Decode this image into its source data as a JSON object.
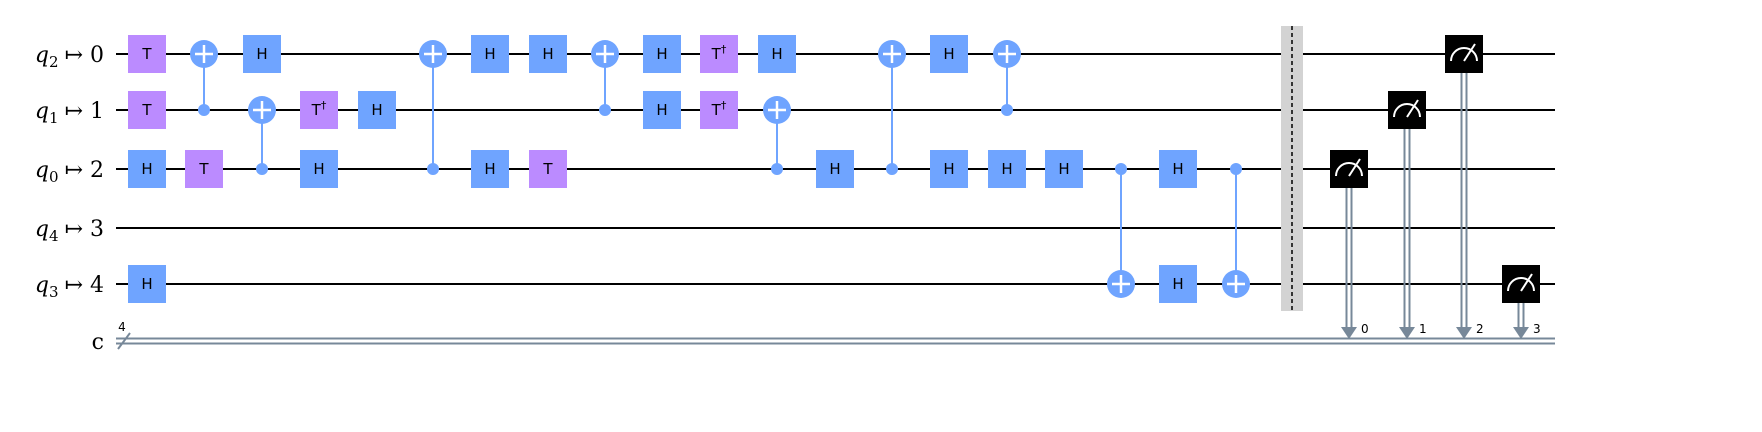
{
  "colors": {
    "wire": "#000000",
    "h_gate": "#6fa4ff",
    "t_gate": "#bb8bff",
    "control": "#6fa4ff",
    "measure_box": "#000000",
    "classical_wire": "#778899",
    "barrier": "#d3d3d3"
  },
  "qubit_labels": [
    {
      "name": "q",
      "sub": "2",
      "arrow": "↦",
      "index": "0"
    },
    {
      "name": "q",
      "sub": "1",
      "arrow": "↦",
      "index": "1"
    },
    {
      "name": "q",
      "sub": "0",
      "arrow": "↦",
      "index": "2"
    },
    {
      "name": "q",
      "sub": "4",
      "arrow": "↦",
      "index": "3"
    },
    {
      "name": "q",
      "sub": "3",
      "arrow": "↦",
      "index": "4"
    }
  ],
  "classical": {
    "name": "c",
    "bundle_size": "4"
  },
  "gates": [
    {
      "type": "T",
      "label": "T",
      "qubit": 0,
      "col": 0
    },
    {
      "type": "T",
      "label": "T",
      "qubit": 1,
      "col": 0
    },
    {
      "type": "H",
      "label": "H",
      "qubit": 2,
      "col": 0
    },
    {
      "type": "H",
      "label": "H",
      "qubit": 4,
      "col": 0
    },
    {
      "type": "CX",
      "control": 1,
      "target": 0,
      "col": 1
    },
    {
      "type": "T",
      "label": "T",
      "qubit": 2,
      "col": 1
    },
    {
      "type": "H",
      "label": "H",
      "qubit": 0,
      "col": 2
    },
    {
      "type": "CX",
      "control": 2,
      "target": 1,
      "col": 2
    },
    {
      "type": "TDG",
      "label": "T",
      "sup": "†",
      "qubit": 1,
      "col": 3
    },
    {
      "type": "H",
      "label": "H",
      "qubit": 2,
      "col": 3
    },
    {
      "type": "H",
      "label": "H",
      "qubit": 1,
      "col": 4
    },
    {
      "type": "CX",
      "control": 2,
      "target": 0,
      "col": 5
    },
    {
      "type": "H",
      "label": "H",
      "qubit": 0,
      "col": 6
    },
    {
      "type": "H",
      "label": "H",
      "qubit": 2,
      "col": 6
    },
    {
      "type": "H",
      "label": "H",
      "qubit": 0,
      "col": 7
    },
    {
      "type": "T",
      "label": "T",
      "qubit": 2,
      "col": 7
    },
    {
      "type": "CX",
      "control": 1,
      "target": 0,
      "col": 8
    },
    {
      "type": "H",
      "label": "H",
      "qubit": 0,
      "col": 9
    },
    {
      "type": "H",
      "label": "H",
      "qubit": 1,
      "col": 9
    },
    {
      "type": "TDG",
      "label": "T",
      "sup": "†",
      "qubit": 0,
      "col": 10
    },
    {
      "type": "TDG",
      "label": "T",
      "sup": "†",
      "qubit": 1,
      "col": 10
    },
    {
      "type": "H",
      "label": "H",
      "qubit": 0,
      "col": 11
    },
    {
      "type": "CX",
      "control": 2,
      "target": 1,
      "col": 11
    },
    {
      "type": "H",
      "label": "H",
      "qubit": 2,
      "col": 12
    },
    {
      "type": "CX",
      "control": 2,
      "target": 0,
      "col": 13
    },
    {
      "type": "H",
      "label": "H",
      "qubit": 0,
      "col": 14
    },
    {
      "type": "H",
      "label": "H",
      "qubit": 2,
      "col": 14
    },
    {
      "type": "CX",
      "control": 1,
      "target": 0,
      "col": 15
    },
    {
      "type": "H",
      "label": "H",
      "qubit": 2,
      "col": 15
    },
    {
      "type": "H",
      "label": "H",
      "qubit": 2,
      "col": 16
    },
    {
      "type": "CX",
      "control": 2,
      "target": 4,
      "col": 17
    },
    {
      "type": "H",
      "label": "H",
      "qubit": 2,
      "col": 18
    },
    {
      "type": "H",
      "label": "H",
      "qubit": 4,
      "col": 18
    },
    {
      "type": "CX",
      "control": 2,
      "target": 4,
      "col": 19
    }
  ],
  "barrier": {
    "after_col": 19
  },
  "measurements": [
    {
      "qubit": 2,
      "clbit": "0",
      "col": 20
    },
    {
      "qubit": 1,
      "clbit": "1",
      "col": 21
    },
    {
      "qubit": 0,
      "clbit": "2",
      "col": 22
    },
    {
      "qubit": 4,
      "clbit": "3",
      "col": 23
    }
  ]
}
